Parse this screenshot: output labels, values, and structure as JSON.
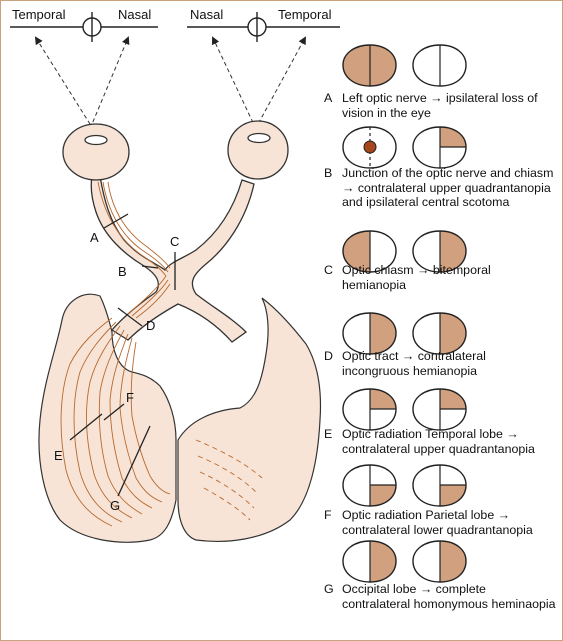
{
  "figure": {
    "top_labels": {
      "left_temporal": "Temporal",
      "left_nasal": "Nasal",
      "right_nasal": "Nasal",
      "right_temporal": "Temporal"
    },
    "path_letters": [
      "A",
      "B",
      "C",
      "D",
      "E",
      "F",
      "G"
    ]
  },
  "legend": [
    {
      "letter": "A",
      "text": "Left optic nerve → ipsilateral loss of vision in the eye",
      "left_eye": "full",
      "right_eye": "none"
    },
    {
      "letter": "B",
      "text": "Junction of the optic nerve and chiasm → contralateral upper quadrantanopia and ipsilateral central scotoma",
      "left_eye": "central-scotoma",
      "right_eye": "upper-right-quadrant"
    },
    {
      "letter": "C",
      "text": "Optic chiasm → bitemporal hemianopia",
      "left_eye": "left-half",
      "right_eye": "right-half"
    },
    {
      "letter": "D",
      "text": "Optic tract → contralateral incongruous hemianopia",
      "left_eye": "right-half-partial",
      "right_eye": "right-half"
    },
    {
      "letter": "E",
      "text": "Optic radiation Temporal lobe → contralateral upper quadrantanopia",
      "left_eye": "upper-right-quadrant",
      "right_eye": "upper-right-quadrant"
    },
    {
      "letter": "F",
      "text": "Optic radiation Parietal lobe → contralateral lower quadrantanopia",
      "left_eye": "lower-right-quadrant",
      "right_eye": "lower-right-quadrant"
    },
    {
      "letter": "G",
      "text": "Occipital lobe → complete contralateral homonymous heminaopia",
      "left_eye": "right-half",
      "right_eye": "right-half"
    }
  ],
  "colors": {
    "tissue_fill": "#f7e4d6",
    "defect_fill": "#d1a07f",
    "fiber_stroke": "#b8692f",
    "scotoma_fill": "#a5471b",
    "outline": "#222222",
    "frame_border": "#c8a27a"
  }
}
